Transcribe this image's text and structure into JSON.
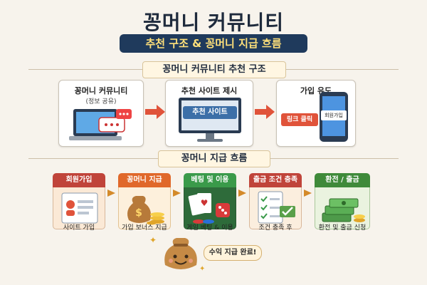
{
  "header": {
    "title": "꽁머니 커뮤니티",
    "subtitle": "추천 구조 & 꽁머니 지급 흐름"
  },
  "recommend_section": {
    "heading": "꽁머니 커뮤니티 추천 구조",
    "cards": [
      {
        "title": "꽁머니 커뮤니티",
        "sub": "(정보 공유)"
      },
      {
        "title": "추천 사이트 제시",
        "screen_label": "추천 사이트"
      },
      {
        "title": "가입 유도",
        "badge": "링크 클릭",
        "phone_label": "회원가입"
      }
    ]
  },
  "flow_section": {
    "heading": "꽁머니 지급 흐름",
    "steps": [
      {
        "head": "회원가입",
        "caption": "사이트 가입",
        "color": "#c0443a"
      },
      {
        "head": "꽁머니 지급",
        "caption": "가입 보너스 지급",
        "color": "#e0682a"
      },
      {
        "head": "베팅 및 이용",
        "caption": "게임 베팅 & 이용",
        "color": "#3a9a4a"
      },
      {
        "head": "출금 조건 충족",
        "caption": "조건 충족 후",
        "color": "#c0443a"
      },
      {
        "head": "환전 / 출금",
        "caption": "환전 및 출금 신청",
        "color": "#3f8a3a"
      }
    ],
    "result": "수익 지급 완료!"
  },
  "colors": {
    "navy": "#1f3a5c",
    "gold": "#ffe07a",
    "arrow": "#e0533a"
  }
}
